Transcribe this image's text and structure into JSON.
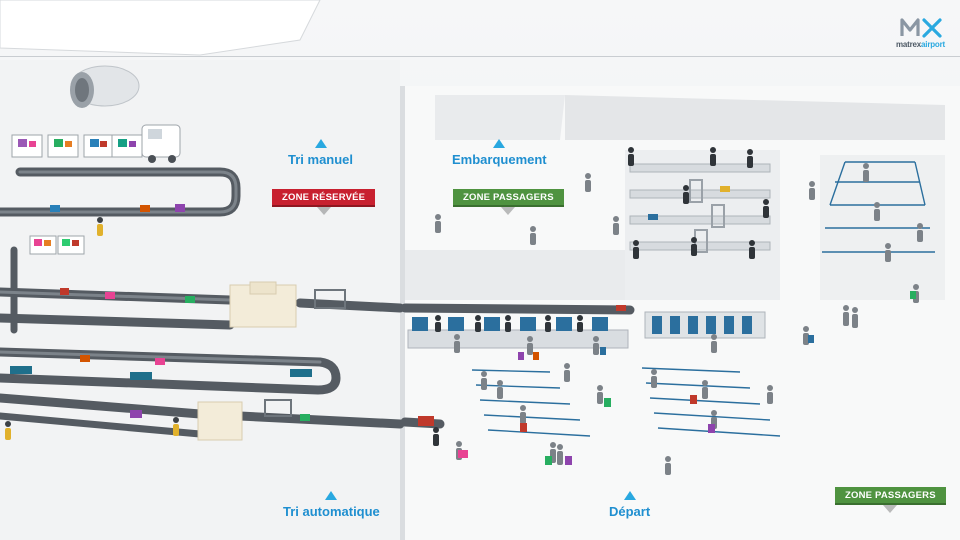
{
  "brand": {
    "logo_mark": "mx",
    "name_prefix": "matrex",
    "name_suffix": "airport",
    "colors": {
      "mark": "#2aa9e0",
      "text": "#4d5965"
    }
  },
  "nav": {
    "tri_manuel": "Tri manuel",
    "embarquement": "Embarquement",
    "tri_automatique": "Tri automatique",
    "depart": "Départ"
  },
  "badges": {
    "zone_reservee": "ZONE RÉSERVÉE",
    "zone_passagers_top": "ZONE PASSAGERS",
    "zone_passagers_bottom": "ZONE PASSAGERS"
  },
  "colors": {
    "accent_blue": "#29a8e0",
    "label_blue": "#1f8fd0",
    "restricted_red": "#c8202f",
    "passenger_green": "#4f9340",
    "conveyor": "#555b62",
    "floor": "#f4f5f6"
  },
  "icons": [
    "up-triangle-icon",
    "airplane-engine-icon",
    "baggage-tug-icon",
    "conveyor-belt-icon",
    "passenger-figure-icon",
    "check-in-kiosk-icon",
    "queue-barrier-icon"
  ]
}
